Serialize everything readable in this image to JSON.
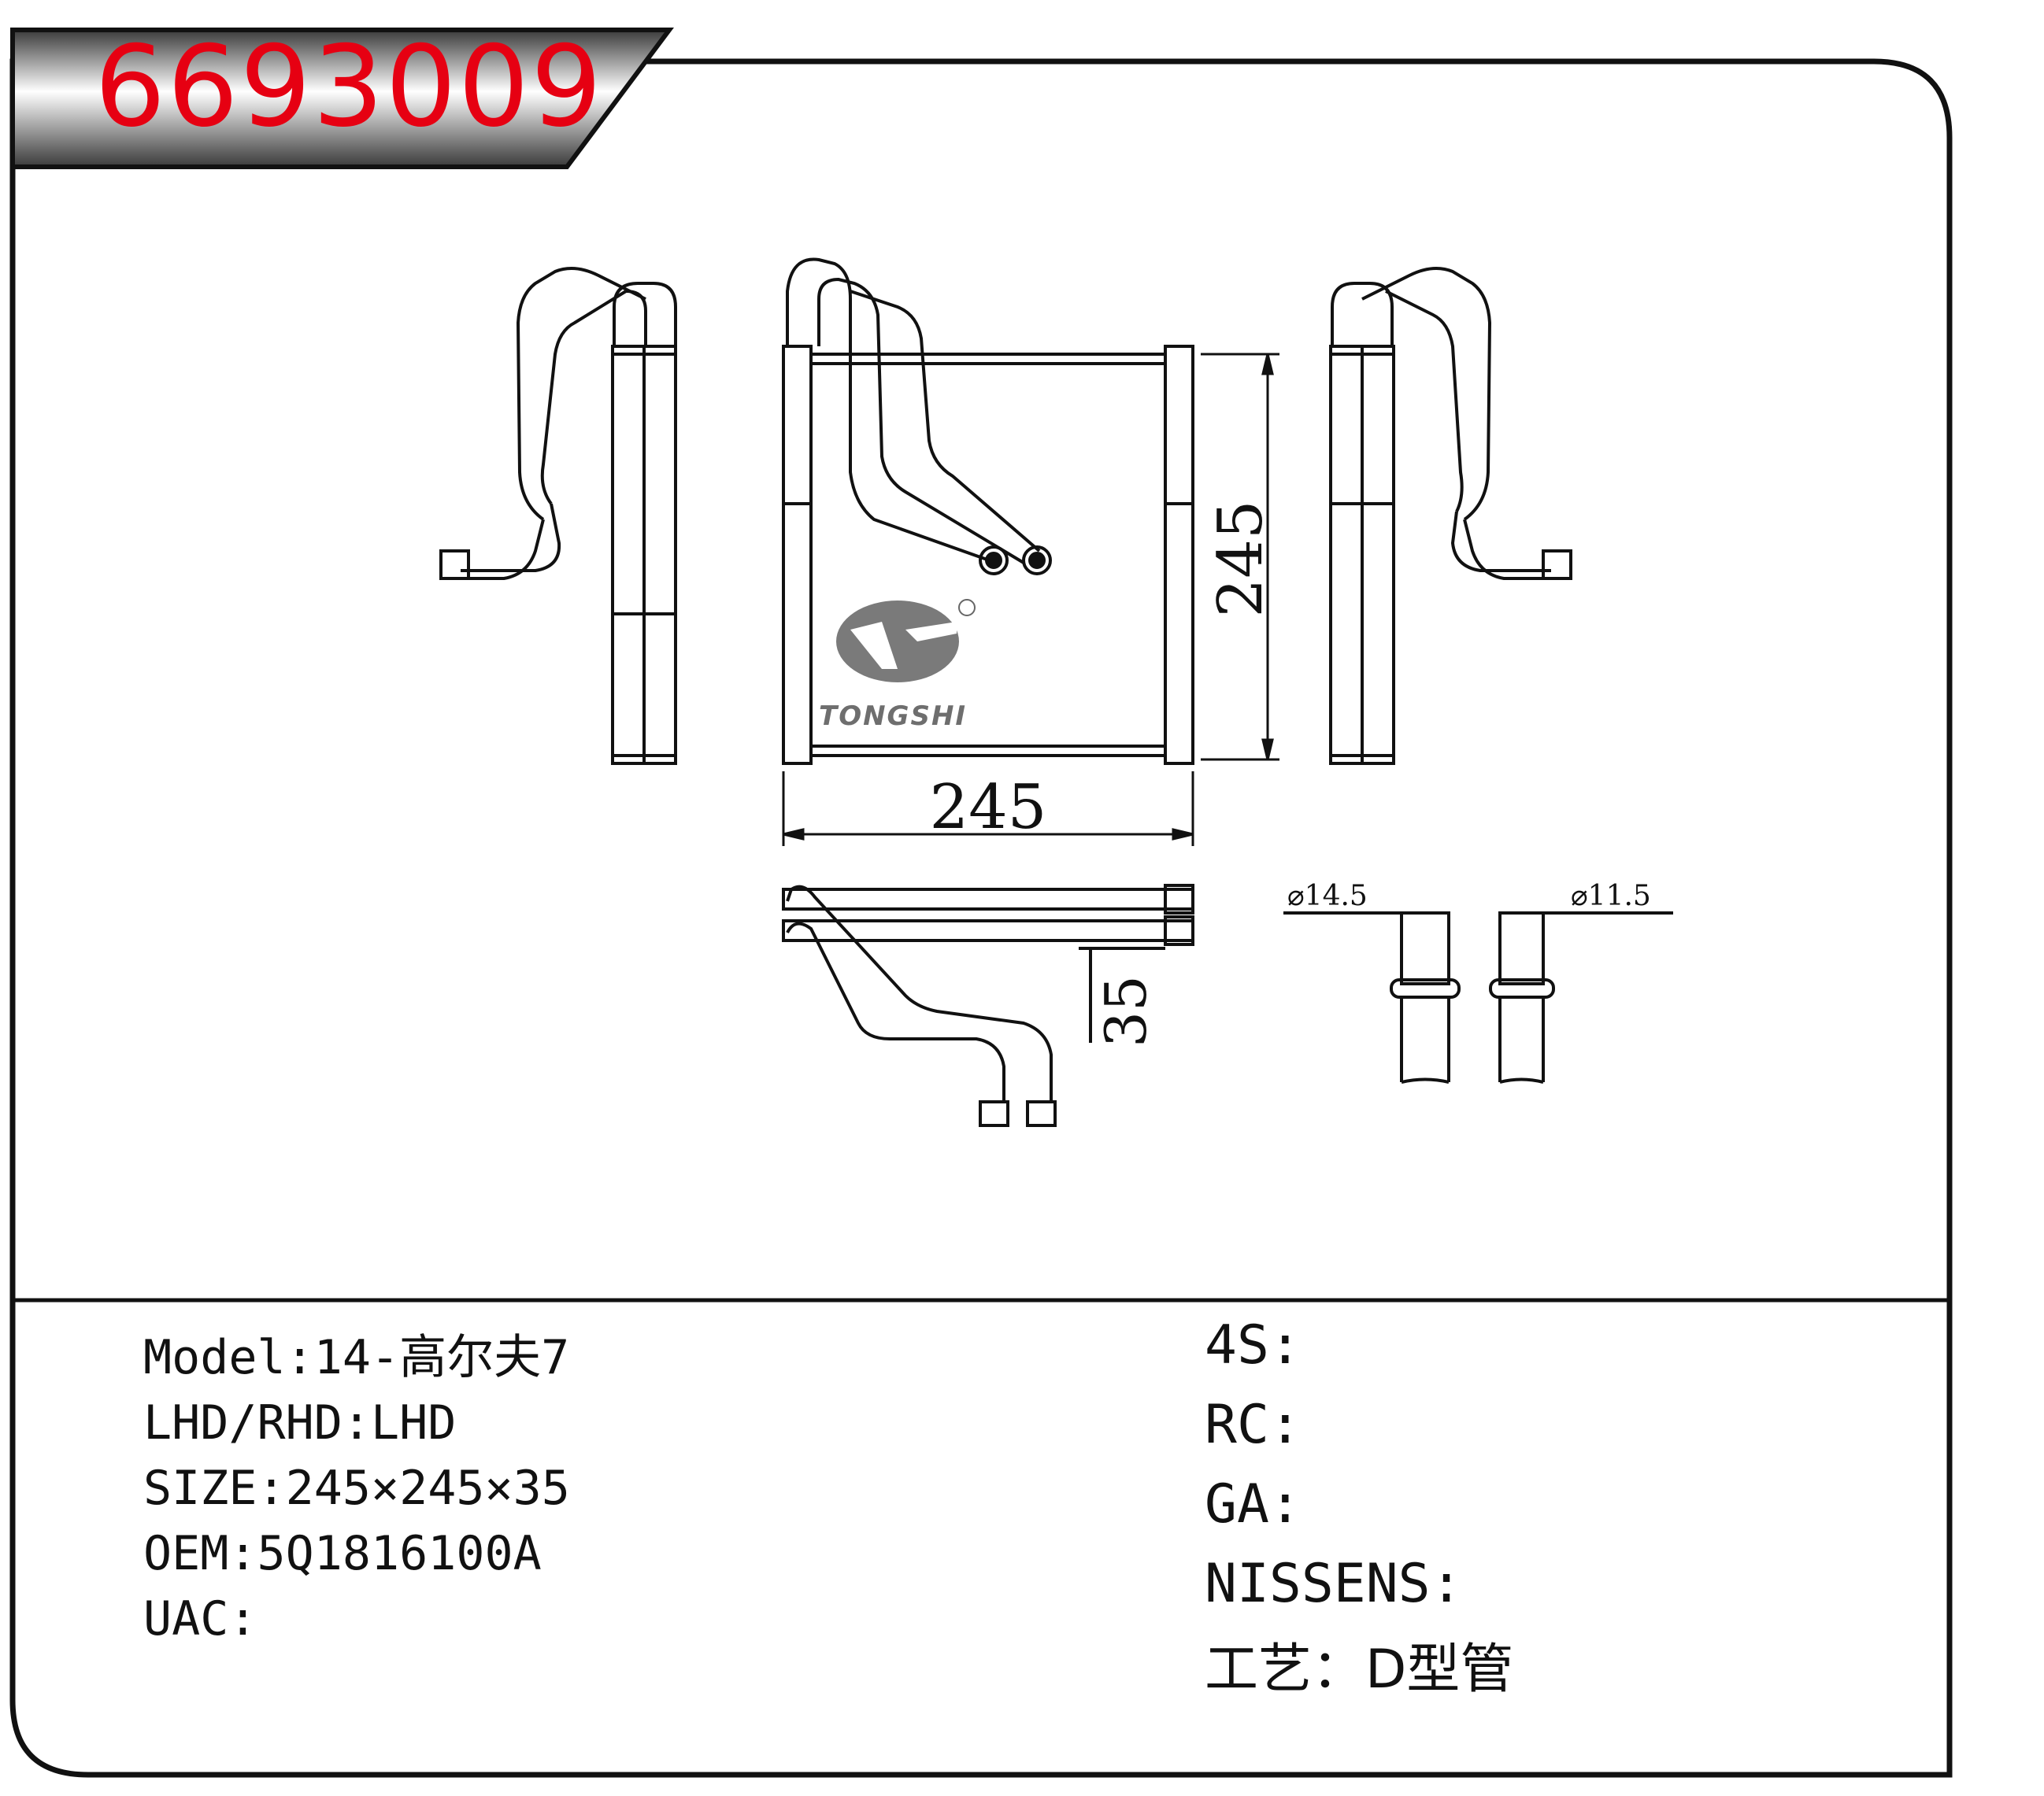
{
  "header": {
    "part_number": "6693009"
  },
  "drawing": {
    "front_width": "245",
    "front_height": "245",
    "depth": "35",
    "pipe_diameter_large": "⌀14.5",
    "pipe_diameter_small": "⌀11.5",
    "brand": "TONGSHI",
    "registered_mark": "®"
  },
  "specs_left": [
    {
      "label": "Model",
      "sep": ":",
      "value": "14-高尔夫7"
    },
    {
      "label": "LHD/RHD",
      "sep": ":",
      "value": "LHD"
    },
    {
      "label": "SIZE",
      "sep": ":",
      "value": "245×245×35"
    },
    {
      "label": "OEM",
      "sep": ":",
      "value": "5Q1816100A"
    },
    {
      "label": "UAC",
      "sep": ":",
      "value": ""
    }
  ],
  "specs_right": [
    {
      "label": "4S",
      "sep": ":",
      "value": ""
    },
    {
      "label": "RC",
      "sep": ":",
      "value": ""
    },
    {
      "label": "GA",
      "sep": ":",
      "value": ""
    },
    {
      "label": "NISSENS",
      "sep": ":",
      "value": ""
    },
    {
      "label": "工艺",
      "sep": "：",
      "value": "D型管"
    }
  ],
  "colors": {
    "accent": "#e60012",
    "line": "#111111",
    "logo_grey": "#6e6e6e"
  }
}
